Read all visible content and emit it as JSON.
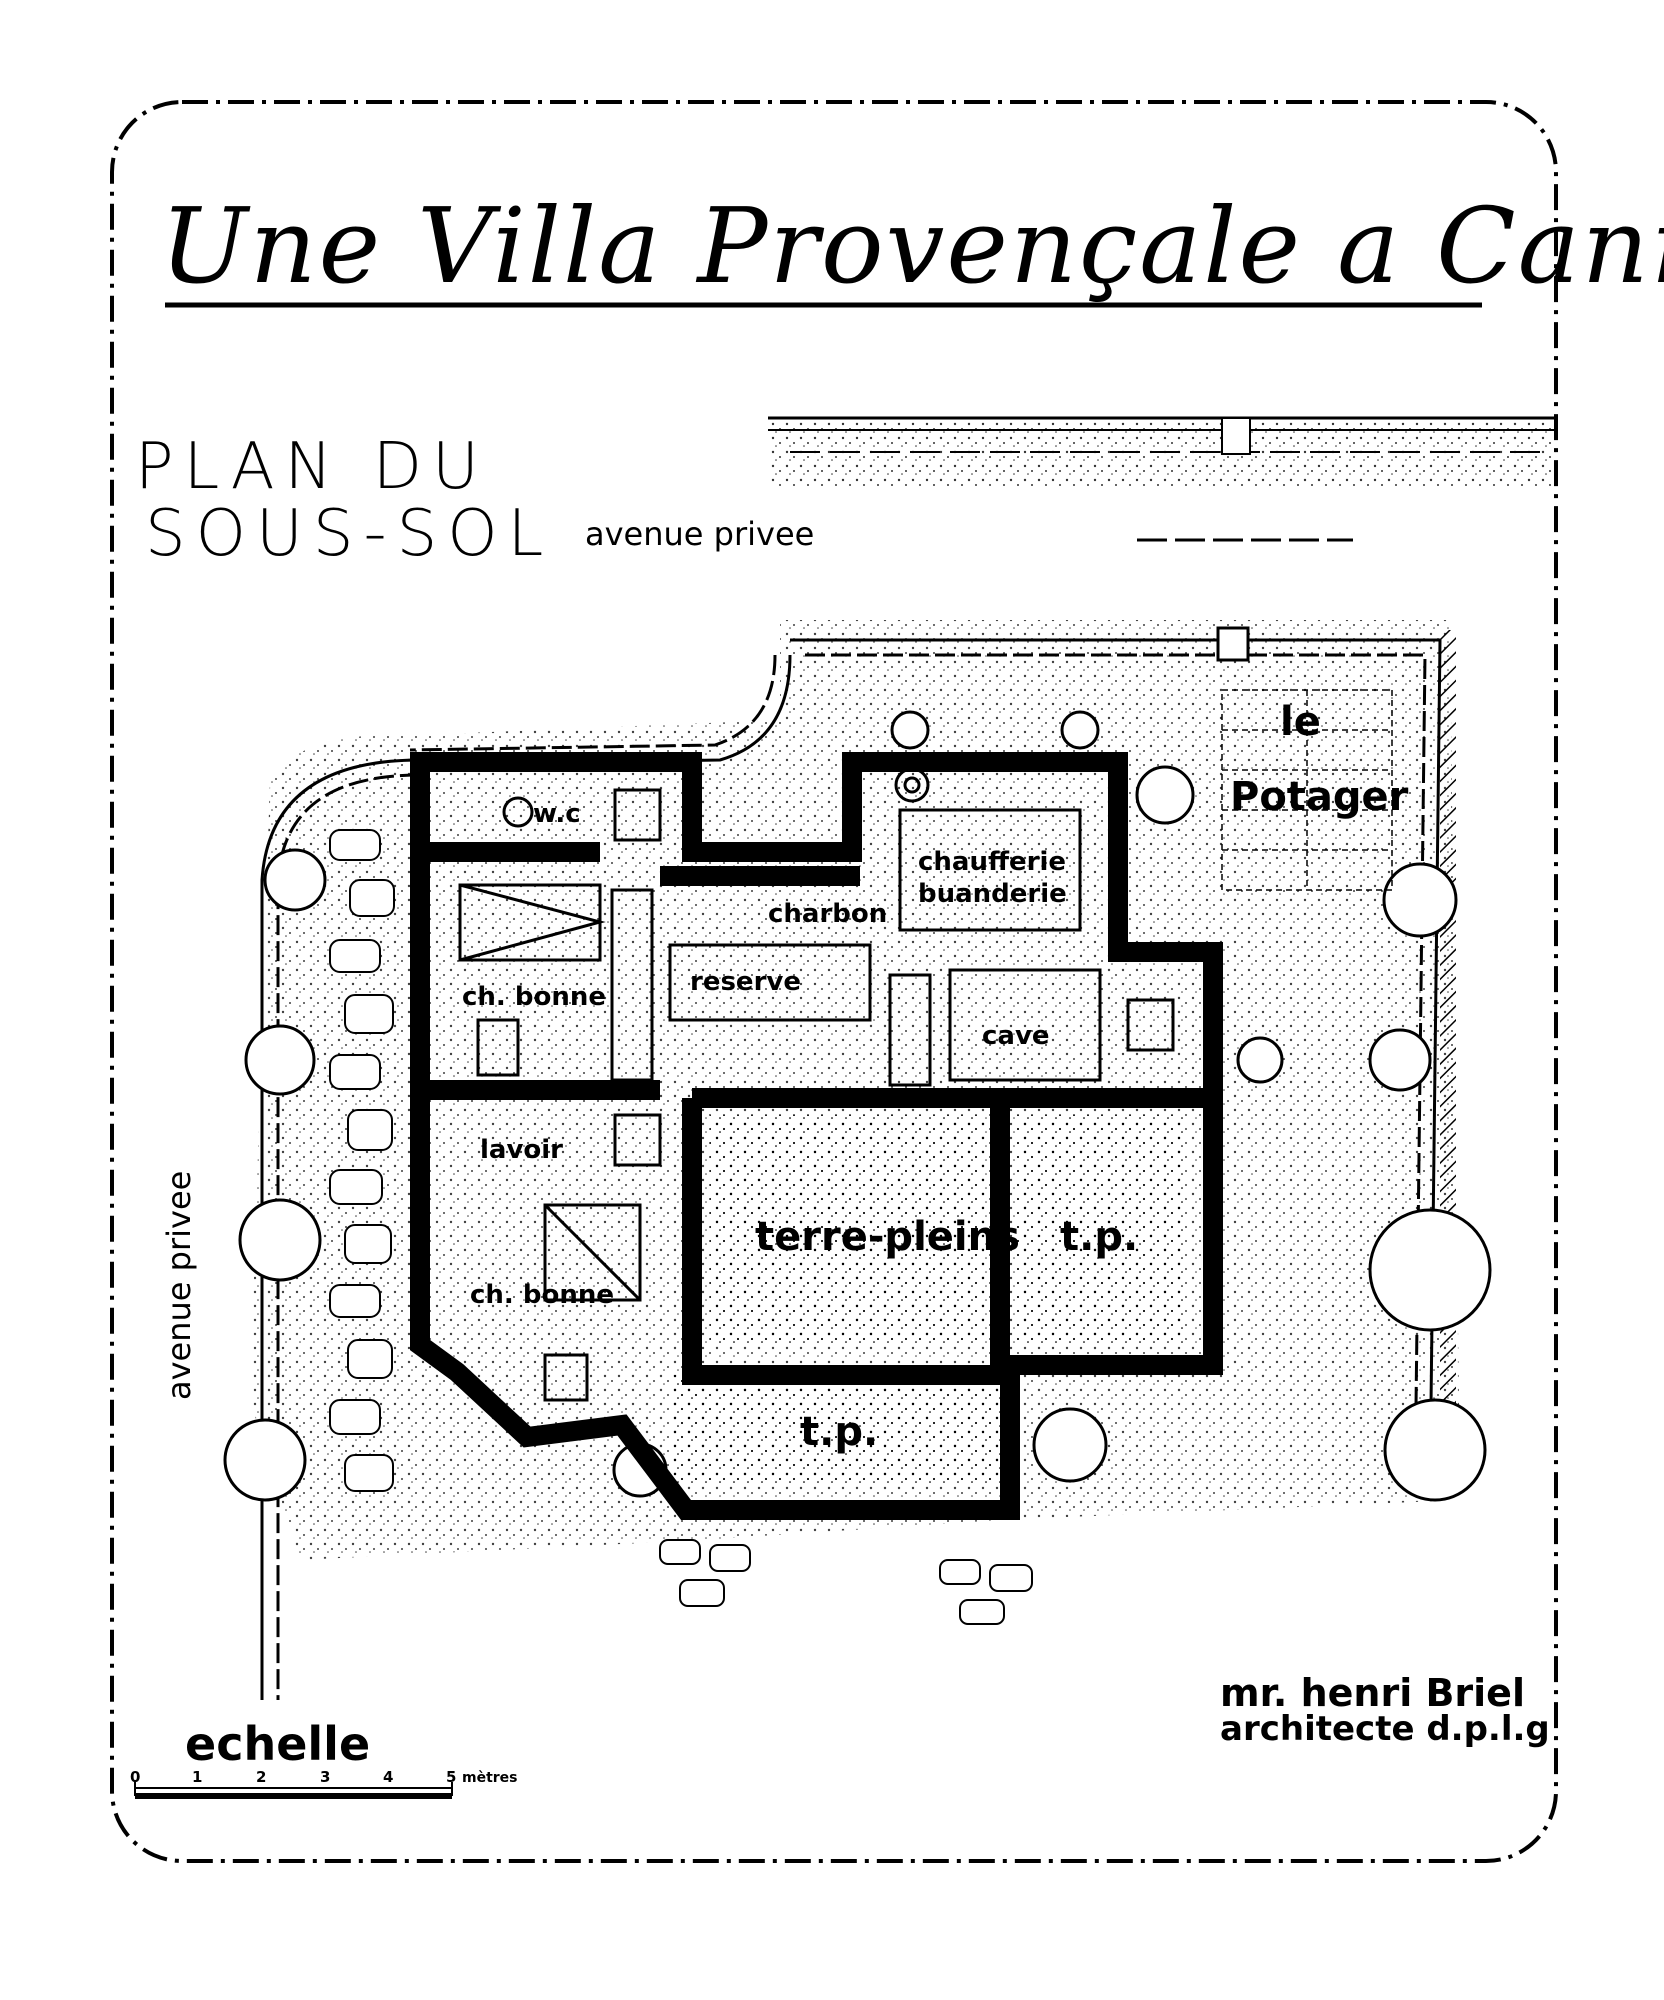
{
  "title": "Une Villa Provençale a Cannes",
  "plan_title": {
    "line1": "PLAN DU",
    "line2": "SOUS-SOL"
  },
  "street_top": "avenue privee",
  "street_left": "avenue privee",
  "rooms": {
    "wc": "w.c",
    "ch_bonne_upper": "ch. bonne",
    "charbon": "charbon",
    "chaufferie": "chaufferie",
    "buanderie": "buanderie",
    "reserve": "reserve",
    "cave": "cave",
    "lavoir": "lavoir",
    "ch_bonne_lower": "ch. bonne",
    "terre_pleins": "terre-pleins",
    "tp_right": "t.p.",
    "tp_lower": "t.p."
  },
  "garden": {
    "line1": "le",
    "line2": "Potager"
  },
  "scale": {
    "label": "echelle",
    "ticks": [
      "0",
      "1",
      "2",
      "3",
      "4",
      "5"
    ],
    "unit": "mètres"
  },
  "signature": {
    "name": "mr. henri Briel",
    "title": "architecte d.p.l.g"
  }
}
